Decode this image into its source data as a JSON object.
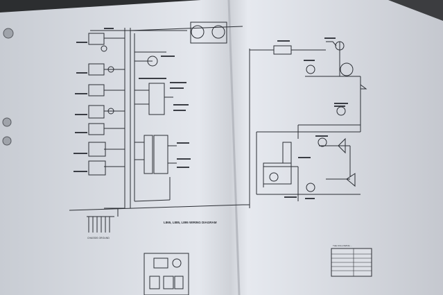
{
  "document": {
    "type": "photographed service manual page spread",
    "diagram_title": "L865, L885, L895 WIRING DIAGRAM",
    "ground_harness_label": "CHASSIS GROUND",
    "reference_table_heading": "THE FOLLOWING ...",
    "colors": {
      "paper": "#e3e6ec",
      "paper_shade": "#c9ccd2",
      "ink": "#2a2d33",
      "background": "#2c2e30"
    },
    "icons": [
      "binder-ring-icon",
      "relay-icon",
      "gauge-icon",
      "ground-icon"
    ]
  }
}
